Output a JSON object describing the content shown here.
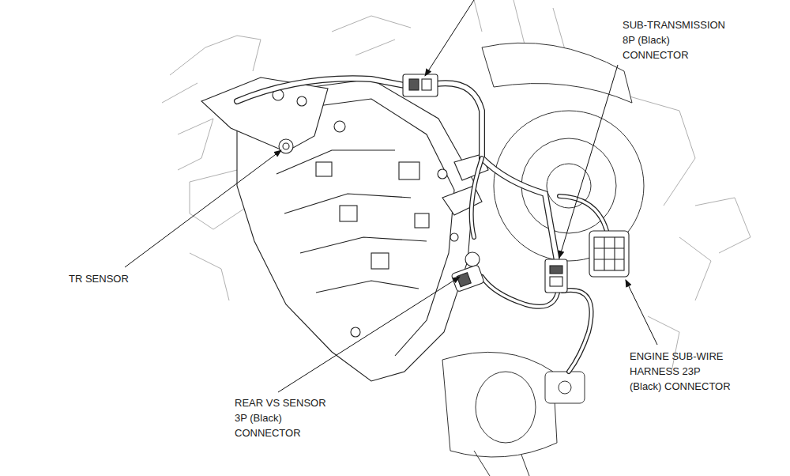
{
  "diagram": {
    "labels": [
      "SUB-TRANSMISSION 8P (Black) CONNECTOR",
      "TR SENSOR",
      "REAR VS SENSOR 3P (Black) CONNECTOR",
      "ENGINE SUB-WIRE HARNESS 23P (Black) CONNECTOR"
    ]
  }
}
